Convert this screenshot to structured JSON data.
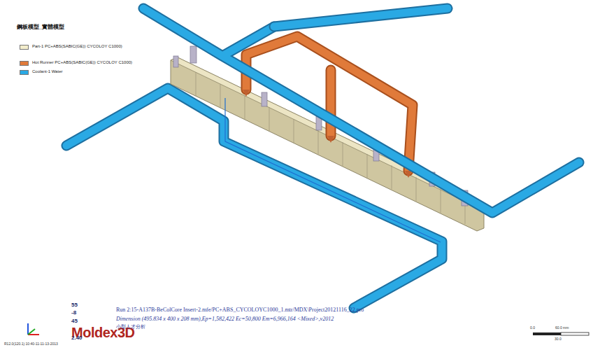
{
  "diagram": {
    "title": "鋼板模型_實體模型",
    "labels": [
      "Moldex3D",
      "55",
      "-8",
      "45",
      "2.40",
      "Run 2:15-A137B-BeColCore Insert-2.mfe/PC+ABS_CYCOLOYC1000_1.mtr/MDX\\Project20121116_22.pro",
      "Dimension (495.834 x 400 x 208 mm),Ep=1,582,422 Ec=50,800 Em=6,966,164 <Mixed>,v2012",
      "小型人才分析",
      "R12.0(120.1) 10:40-11-11-13-2013",
      "0.0",
      "60.0 mm",
      "30.0"
    ],
    "legend": [
      {
        "text": "Part-1 PC+ABS(SABIC(GE)) CYCOLOY C1000)",
        "color": "#f3edcc"
      },
      {
        "text": "Hot Runner PC+ABS(SABIC(GE)) CYCOLOY C1000)",
        "color": "#e07a3a"
      },
      {
        "text": "Coolant-1 Water",
        "color": "#2aa9e4"
      }
    ]
  }
}
